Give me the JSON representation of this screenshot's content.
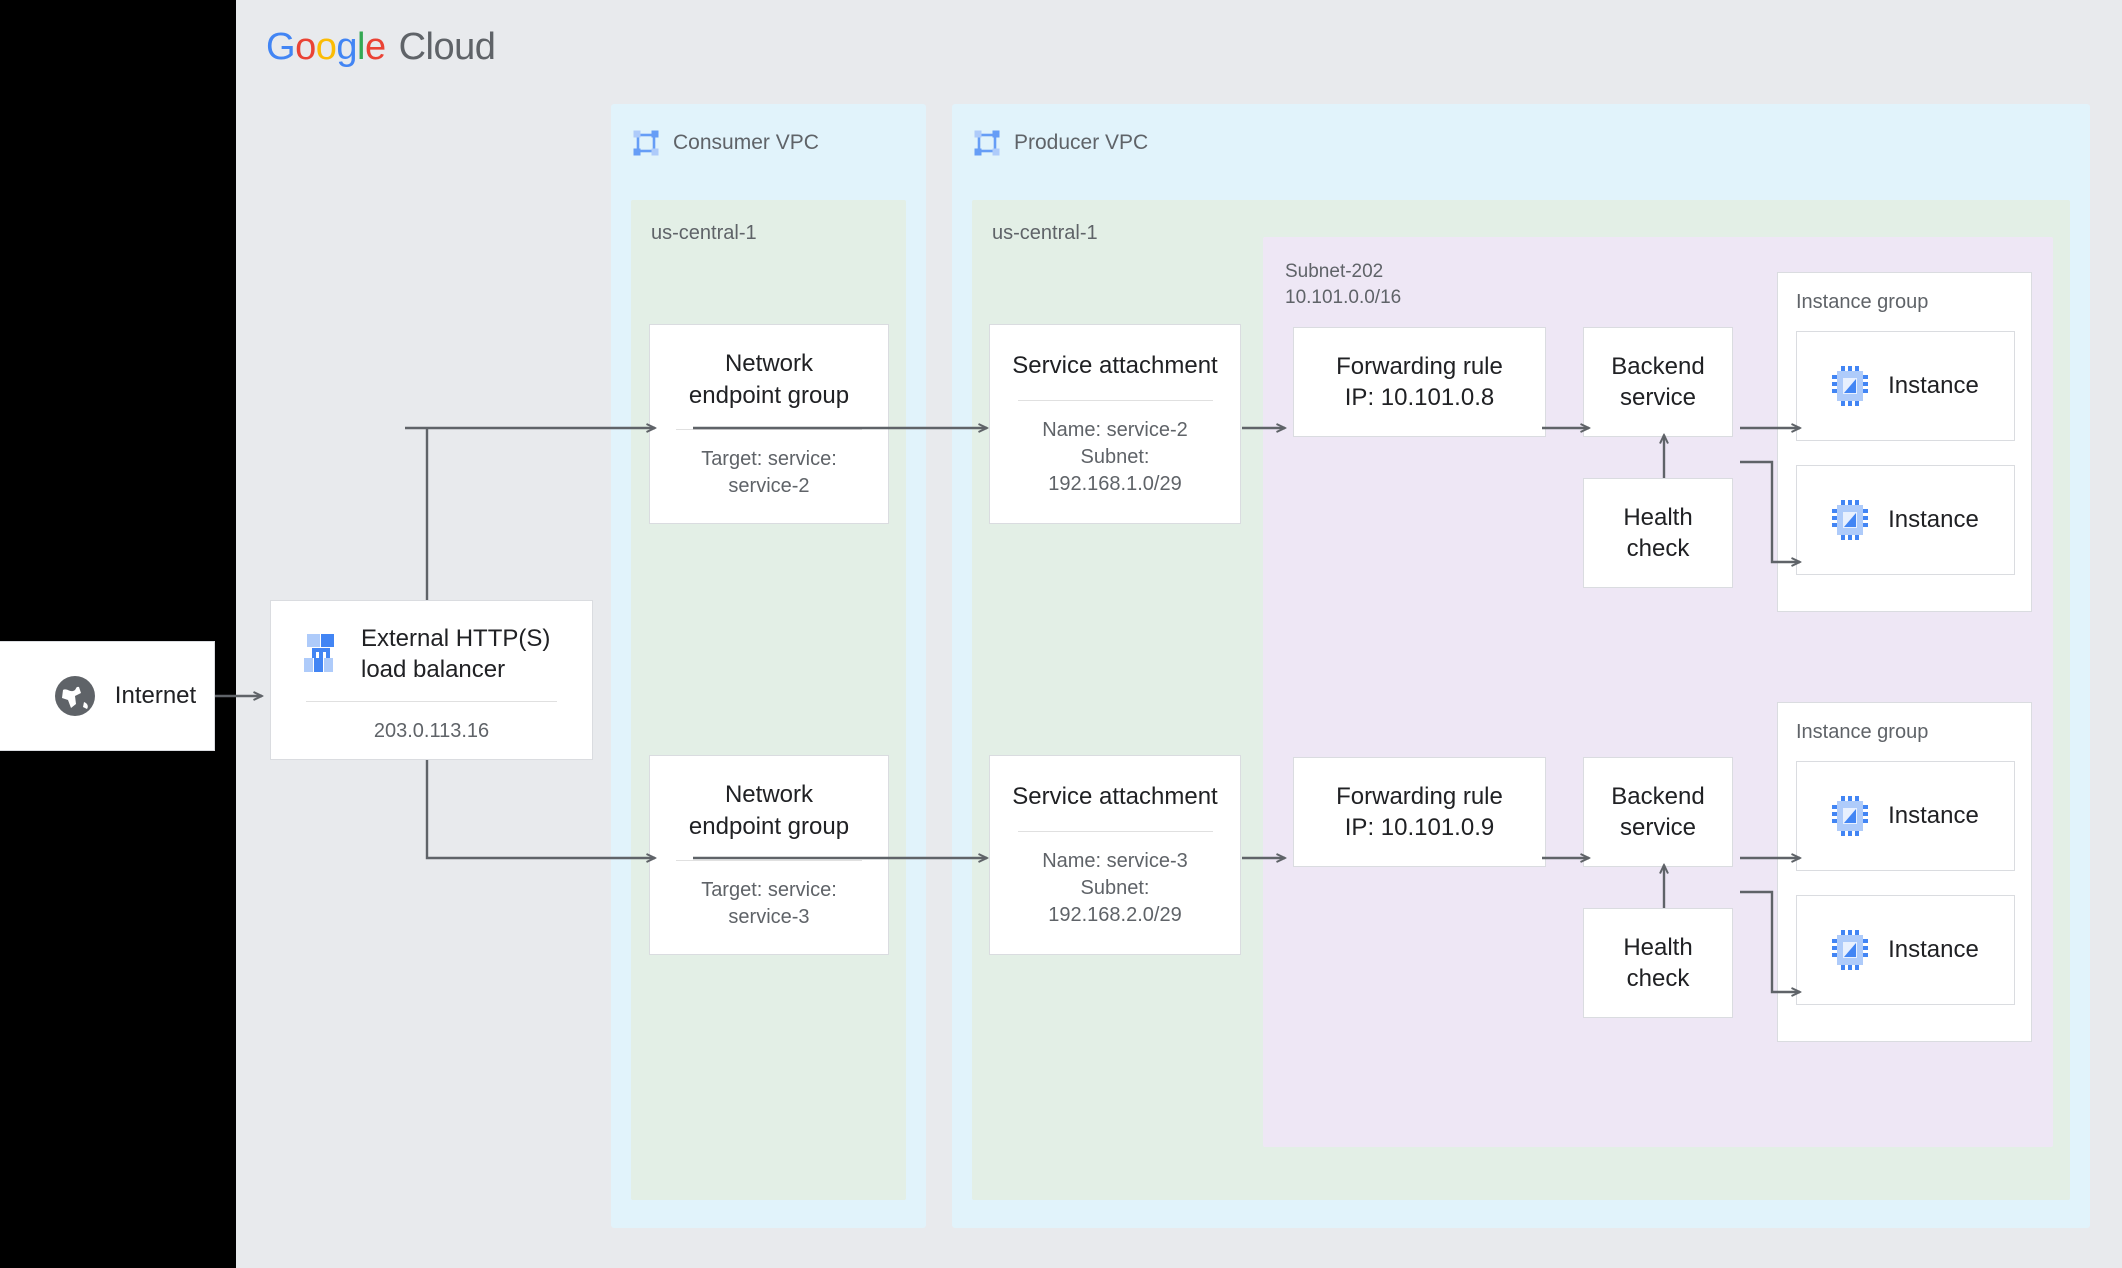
{
  "brand": {
    "logo_google": [
      "G",
      "o",
      "o",
      "g",
      "l",
      "e"
    ],
    "logo_cloud": "Cloud",
    "colors": {
      "blue": "#4285f4",
      "red": "#ea4335",
      "yellow": "#fbbc05",
      "green": "#34a853",
      "gray_text": "#5f6368",
      "canvas": "#e8eaed",
      "vpc_fill": "#e1f3fb",
      "region_fill": "#e3efe6",
      "subnet_fill": "#eee7f5",
      "node_border": "#dadce0",
      "edge": "#5f6368"
    }
  },
  "internet": {
    "label": "Internet",
    "icon": "globe-icon"
  },
  "load_balancer": {
    "title": "External HTTP(S) load balancer",
    "title_line1": "External HTTP(S)",
    "title_line2": "load balancer",
    "ip": "203.0.113.16",
    "icon": "load-balancer-icon"
  },
  "consumer_vpc": {
    "label": "Consumer VPC",
    "icon": "vpc-icon",
    "region": "us-central-1",
    "negs": [
      {
        "title_line1": "Network",
        "title_line2": "endpoint group",
        "sub_line1": "Target: service:",
        "sub_line2": "service-2"
      },
      {
        "title_line1": "Network",
        "title_line2": "endpoint group",
        "sub_line1": "Target: service:",
        "sub_line2": "service-3"
      }
    ]
  },
  "producer_vpc": {
    "label": "Producer VPC",
    "icon": "vpc-icon",
    "region": "us-central-1",
    "subnet": {
      "name": "Subnet-202",
      "cidr": "10.101.0.0/16"
    },
    "service_attachments": [
      {
        "title": "Service attachment",
        "sub_line1": "Name: service-2",
        "sub_line2": "Subnet:",
        "sub_line3": "192.168.1.0/29"
      },
      {
        "title": "Service attachment",
        "sub_line1": "Name: service-3",
        "sub_line2": "Subnet:",
        "sub_line3": "192.168.2.0/29"
      }
    ],
    "flows": [
      {
        "forwarding_rule_line1": "Forwarding rule",
        "forwarding_rule_line2": "IP: 10.101.0.8",
        "backend_line1": "Backend",
        "backend_line2": "service",
        "health_line1": "Health",
        "health_line2": "check",
        "instance_group_label": "Instance group",
        "instances": [
          "Instance",
          "Instance"
        ]
      },
      {
        "forwarding_rule_line1": "Forwarding rule",
        "forwarding_rule_line2": "IP: 10.101.0.9",
        "backend_line1": "Backend",
        "backend_line2": "service",
        "health_line1": "Health",
        "health_line2": "check",
        "instance_group_label": "Instance group",
        "instances": [
          "Instance",
          "Instance"
        ]
      }
    ]
  }
}
